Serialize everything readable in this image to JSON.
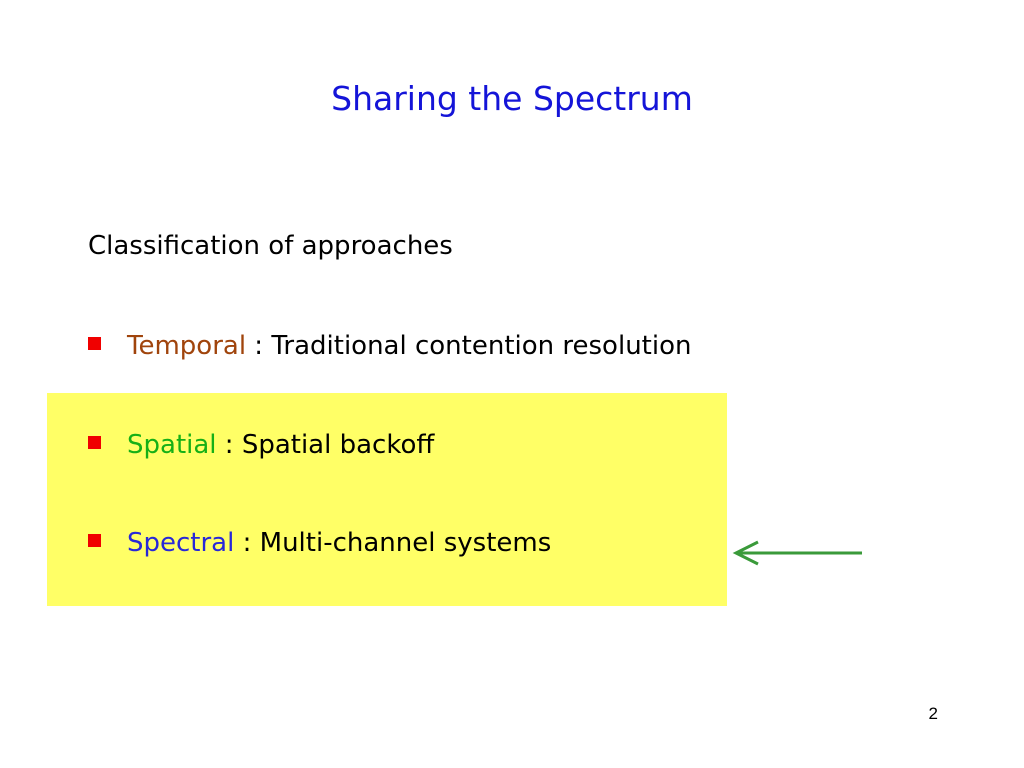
{
  "slide": {
    "title": "Sharing the Spectrum",
    "subheading": "Classification of approaches",
    "bullets": [
      {
        "term": "Temporal",
        "separator": " : ",
        "description": "Traditional contention resolution",
        "term_color": "#a0440c"
      },
      {
        "term": "Spatial",
        "separator": " : ",
        "description": "Spatial backoff",
        "term_color": "#16b016"
      },
      {
        "term": "Spectral",
        "separator": " : ",
        "description": "Multi-channel systems",
        "term_color": "#2828d8"
      }
    ],
    "page_number": "2",
    "colors": {
      "title": "#1414d8",
      "bullet_marker": "#f00000",
      "highlight": "#ffff66",
      "arrow": "#3a9a3a"
    },
    "icons": {
      "bullet": "square-bullet-icon",
      "pointer": "left-arrow-icon"
    }
  }
}
